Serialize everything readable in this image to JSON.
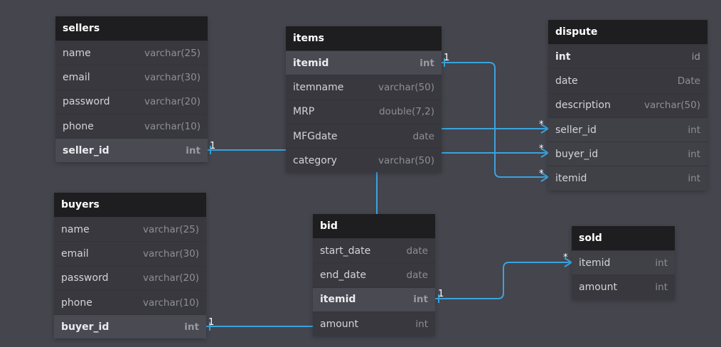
{
  "tables": {
    "sellers": {
      "title": "sellers",
      "rows": [
        {
          "name": "name",
          "type": "varchar(25)"
        },
        {
          "name": "email",
          "type": "varchar(30)"
        },
        {
          "name": "password",
          "type": "varchar(20)"
        },
        {
          "name": "phone",
          "type": "varchar(10)"
        },
        {
          "name": "seller_id",
          "type": "int"
        }
      ]
    },
    "items": {
      "title": "items",
      "rows": [
        {
          "name": "itemid",
          "type": "int"
        },
        {
          "name": "itemname",
          "type": "varchar(50)"
        },
        {
          "name": "MRP",
          "type": "double(7,2)"
        },
        {
          "name": "MFGdate",
          "type": "date"
        },
        {
          "name": "category",
          "type": "varchar(50)"
        }
      ]
    },
    "dispute": {
      "title": "dispute",
      "rows": [
        {
          "name": "int",
          "type": "id"
        },
        {
          "name": "date",
          "type": "Date"
        },
        {
          "name": "description",
          "type": "varchar(50)"
        },
        {
          "name": "seller_id",
          "type": "int"
        },
        {
          "name": "buyer_id",
          "type": "int"
        },
        {
          "name": "itemid",
          "type": "int"
        }
      ]
    },
    "buyers": {
      "title": "buyers",
      "rows": [
        {
          "name": "name",
          "type": "varchar(25)"
        },
        {
          "name": "email",
          "type": "varchar(30)"
        },
        {
          "name": "password",
          "type": "varchar(20)"
        },
        {
          "name": "phone",
          "type": "varchar(10)"
        },
        {
          "name": "buyer_id",
          "type": "int"
        }
      ]
    },
    "bid": {
      "title": "bid",
      "rows": [
        {
          "name": "start_date",
          "type": "date"
        },
        {
          "name": "end_date",
          "type": "date"
        },
        {
          "name": "itemid",
          "type": "int"
        },
        {
          "name": "amount",
          "type": "int"
        }
      ]
    },
    "sold": {
      "title": "sold",
      "rows": [
        {
          "name": "itemid",
          "type": "int"
        },
        {
          "name": "amount",
          "type": "int"
        }
      ]
    }
  },
  "cardinality": {
    "one": "1",
    "many": "*"
  },
  "colors": {
    "background": "#45454d",
    "table_header": "#1e1e20",
    "connector": "#3aa3dc"
  }
}
